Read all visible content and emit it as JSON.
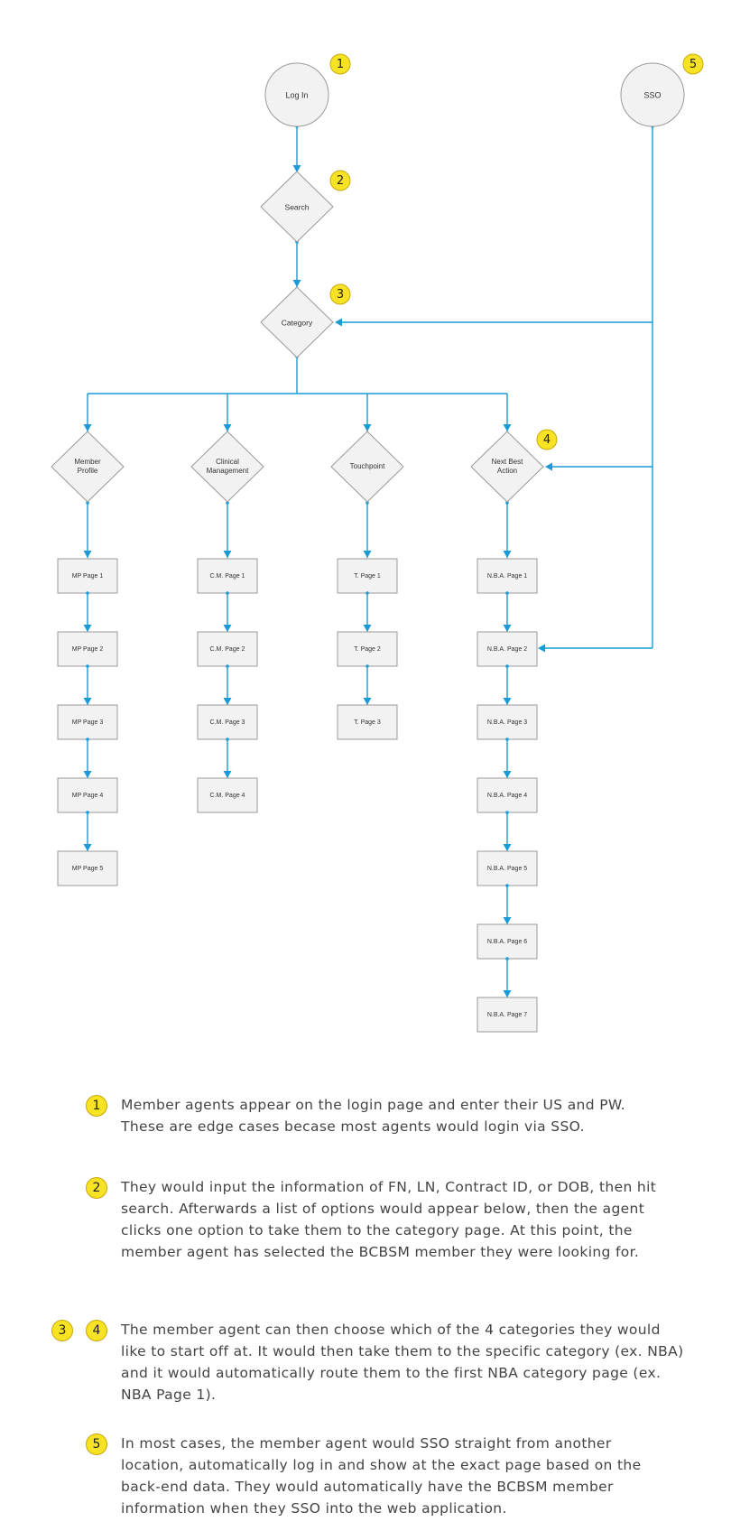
{
  "diagram": {
    "colors": {
      "connector": "#1a9ad6",
      "node_fill": "#f2f2f2",
      "node_stroke": "#9a9a9a",
      "badge": "#f8e224"
    },
    "nodes": {
      "login": "Log In",
      "sso": "SSO",
      "search": "Search",
      "category": "Category",
      "member_profile": [
        "Member",
        "Profile"
      ],
      "clinical_management": [
        "Clinical",
        "Management"
      ],
      "touchpoint": "Touchpoint",
      "next_best_action": [
        "Next Best",
        "Action"
      ]
    },
    "page_columns": [
      {
        "name": "member-profile",
        "pages": [
          "MP Page 1",
          "MP Page 2",
          "MP Page 3",
          "MP Page 4",
          "MP Page 5"
        ]
      },
      {
        "name": "clinical-management",
        "pages": [
          "C.M. Page 1",
          "C.M. Page 2",
          "C.M. Page 3",
          "C.M. Page 4"
        ]
      },
      {
        "name": "touchpoint",
        "pages": [
          "T. Page 1",
          "T. Page 2",
          "T. Page 3"
        ]
      },
      {
        "name": "next-best-action",
        "pages": [
          "N.B.A. Page 1",
          "N.B.A. Page 2",
          "N.B.A. Page 3",
          "N.B.A. Page 4",
          "N.B.A. Page 5",
          "N.B.A. Page 6",
          "N.B.A. Page 7"
        ]
      }
    ],
    "badges": [
      "1",
      "2",
      "3",
      "4",
      "5"
    ]
  },
  "notes": [
    {
      "badges": [
        "1"
      ],
      "text": "Member agents appear on the login page and enter their US and PW. These are edge cases becase most agents would login via SSO."
    },
    {
      "badges": [
        "2"
      ],
      "text": "They would input the information of FN, LN, Contract ID, or DOB, then hit search. Afterwards a list of options would appear below, then the agent clicks one option to take them to the category page. At this point, the member agent has selected the BCBSM member they were looking for."
    },
    {
      "badges": [
        "3",
        "4"
      ],
      "text": "The member agent can then choose which of the 4 categories they would like to start off at. It would then take them to the specific category (ex. NBA) and it would automatically route them to the first NBA category page (ex. NBA Page 1)."
    },
    {
      "badges": [
        "5"
      ],
      "text": "In most cases, the member agent would SSO straight from another location, automatically log in and show at the exact page based on the back-end data. They would automatically have the BCBSM member information when they SSO into the web application."
    }
  ]
}
